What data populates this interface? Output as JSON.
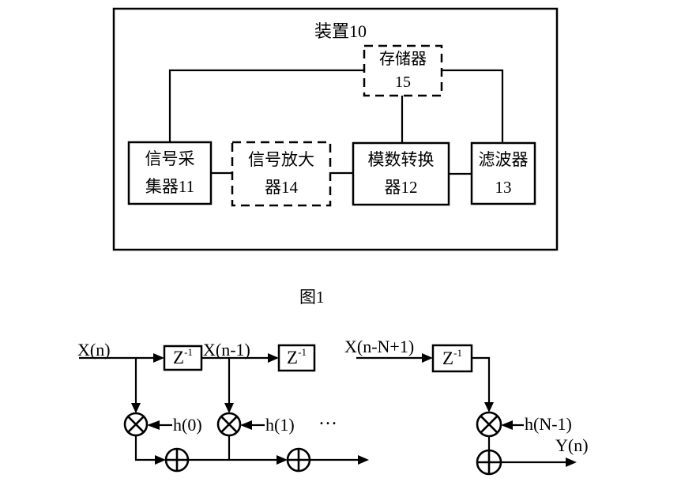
{
  "page": {
    "background_color": "#ffffff",
    "ink_color": "#000000"
  },
  "figure1": {
    "title": "装置10",
    "caption": "图1",
    "blocks": [
      {
        "id": "memory",
        "line1": "存储器",
        "line2": "15",
        "border": "dashed"
      },
      {
        "id": "signal-collector",
        "line1": "信号采",
        "line2": "集器11",
        "border": "solid"
      },
      {
        "id": "signal-amplifier",
        "line1": "信号放大",
        "line2": "器14",
        "border": "dashed"
      },
      {
        "id": "adc",
        "line1": "模数转换",
        "line2": "器12",
        "border": "solid"
      },
      {
        "id": "filter",
        "line1": "滤波器",
        "line2": "13",
        "border": "solid"
      }
    ]
  },
  "figure2": {
    "labels": {
      "input": "X(n)",
      "delayed1": "X(n-1)",
      "delayedN": "X(n-N+1)",
      "delay_base": "Z",
      "delay_sup": "-1",
      "coeff0": "h(0)",
      "coeff1": "h(1)",
      "coeffN": "h(N-1)",
      "ellipsis": "...",
      "output": "Y(n)"
    }
  }
}
